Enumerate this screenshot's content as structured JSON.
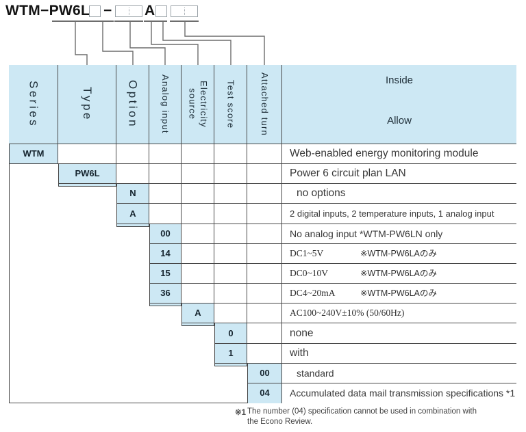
{
  "model": {
    "prefix": "WTM−PW6L",
    "dash": "−",
    "infix": "A"
  },
  "header": {
    "columns": [
      "Series",
      "Type",
      "Option",
      "Analog input",
      "Electricity\nsource",
      "Test score",
      "Attached turn"
    ],
    "inside_top": "Inside",
    "inside_bottom": "Allow"
  },
  "rows": [
    {
      "code": "WTM",
      "column": "Series",
      "desc": "Web-enabled energy monitoring module"
    },
    {
      "code": "PW6L",
      "column": "Type",
      "desc": "Power 6 circuit plan LAN"
    },
    {
      "code": "N",
      "column": "Option",
      "desc": "no options"
    },
    {
      "code": "A",
      "column": "Option",
      "desc": "2 digital inputs, 2 temperature inputs, 1 analog input"
    },
    {
      "code": "00",
      "column": "Analog input",
      "desc": "No analog input *WTM-PW6LN only"
    },
    {
      "code": "14",
      "column": "Analog input",
      "desc": "DC1~5V",
      "note": "※WTM-PW6LAのみ"
    },
    {
      "code": "15",
      "column": "Analog input",
      "desc": "DC0~10V",
      "note": "※WTM-PW6LAのみ"
    },
    {
      "code": "36",
      "column": "Analog input",
      "desc": "DC4~20mA",
      "note": "※WTM-PW6LAのみ"
    },
    {
      "code": "A",
      "column": "Electricity source",
      "desc": "AC100~240V±10% (50/60Hz)"
    },
    {
      "code": "0",
      "column": "Test score",
      "desc": "none"
    },
    {
      "code": "1",
      "column": "Test score",
      "desc": "with"
    },
    {
      "code": "00",
      "column": "Attached turn",
      "desc": "standard"
    },
    {
      "code": "04",
      "column": "Attached turn",
      "desc": "Accumulated data mail transmission specifications *1"
    }
  ],
  "footnote": {
    "marker": "※1",
    "line1": "The number (04) specification cannot be used in combination with",
    "line2": "the Econo Review."
  },
  "colors": {
    "cell_fill": "#cde8f4",
    "border": "#464646",
    "connector": "#6d6d6d"
  }
}
